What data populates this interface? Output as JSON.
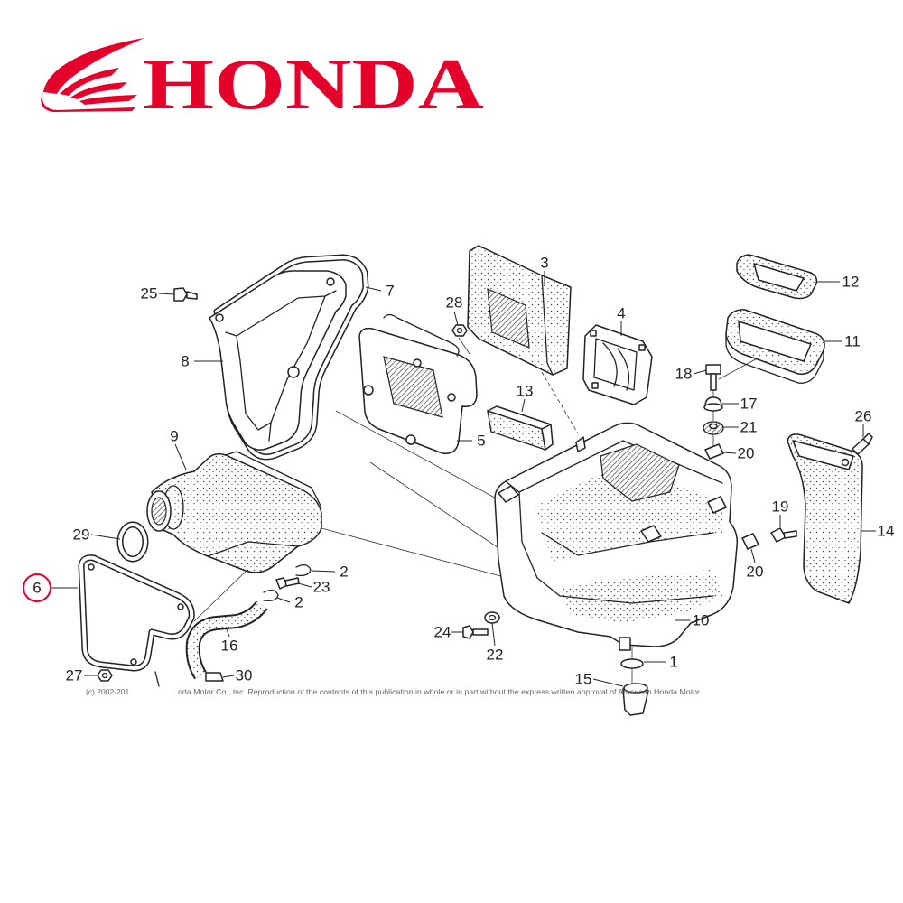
{
  "brand": {
    "logo_text": "HONDA",
    "logo_color": "#e4002b",
    "mark_icon": "honda-wing-icon"
  },
  "highlight_color": "#e4002b",
  "callouts": {
    "n1": "1",
    "n2a": "2",
    "n2b": "2",
    "n3": "3",
    "n4": "4",
    "n5": "5",
    "n6": "6",
    "n7": "7",
    "n8": "8",
    "n9": "9",
    "n10": "10",
    "n11": "11",
    "n12": "12",
    "n13": "13",
    "n14": "14",
    "n15": "15",
    "n16": "16",
    "n17": "17",
    "n18": "18",
    "n19": "19",
    "n20a": "20",
    "n20b": "20",
    "n21": "21",
    "n22": "22",
    "n23": "23",
    "n24": "24",
    "n25": "25",
    "n26": "26",
    "n27": "27",
    "n28": "28",
    "n29": "29",
    "n30": "30"
  },
  "copyright": {
    "lead": "(c) 2002-201",
    "body": "nda Motor Co., Inc. Reproduction of the contents of this publication in whole or in part without the express written approval of American Honda Motor"
  }
}
